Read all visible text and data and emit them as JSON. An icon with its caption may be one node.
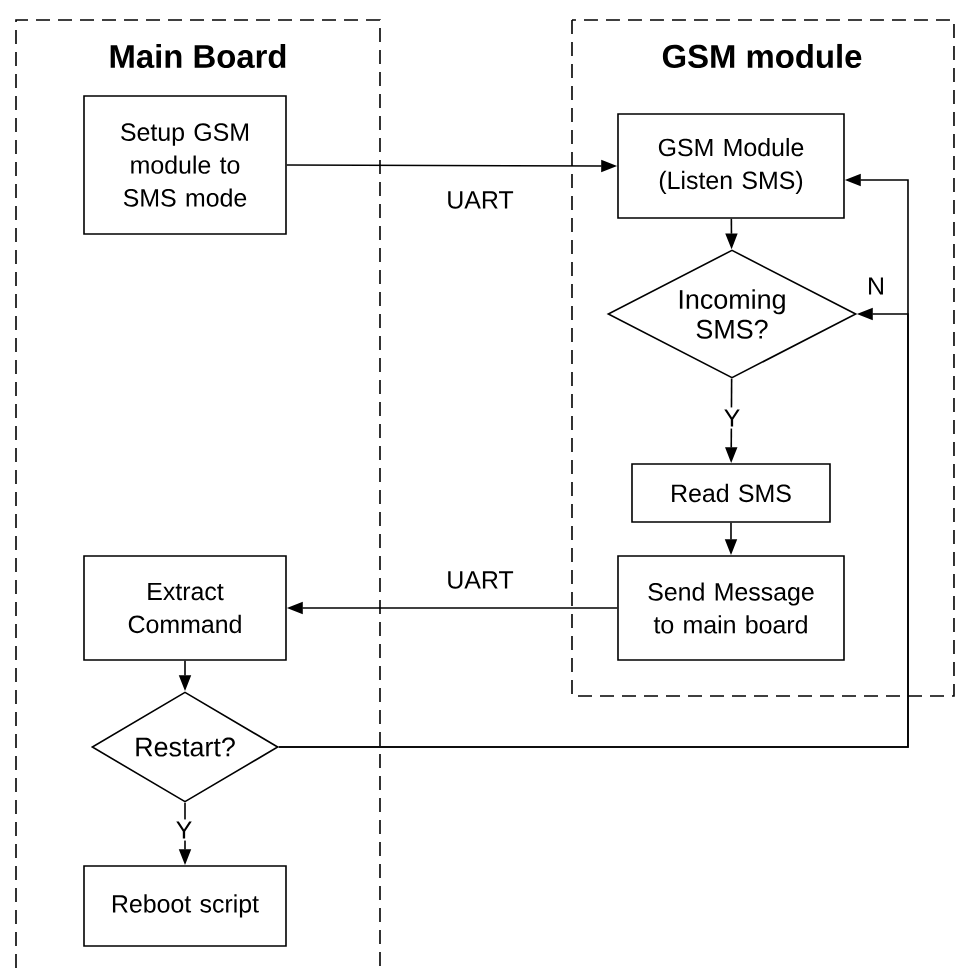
{
  "diagram": {
    "nodes": [
      {
        "text": [
          "Main Board"
        ]
      },
      {
        "text": [
          "Setup GSM module to SMS mode"
        ],
        "in": 0
      },
      {
        "text": [
          "GSM module"
        ]
      },
      {
        "text": [
          "GSM Module (Listen SMS)"
        ],
        "in": 2
      },
      {
        "text": [
          "Incoming SMS?"
        ],
        "in": 2
      },
      {
        "text": [
          "Read SMS"
        ],
        "in": 2
      },
      {
        "text": [
          "Send Message to main board"
        ],
        "in": 2
      },
      {
        "text": [
          "Extract Command"
        ],
        "in": 0
      },
      {
        "text": [
          "Restart?"
        ],
        "in": 0
      },
      {
        "text": [
          "Reboot script"
        ],
        "in": 0
      }
    ],
    "edges": [
      {
        "from": 1,
        "to": 3,
        "arrow": "to",
        "label": "UART"
      },
      {
        "from": 3,
        "to": 4,
        "arrow": "to"
      },
      {
        "from": 4,
        "to": 5,
        "arrow": "to",
        "label": "Y"
      },
      {
        "from": 6,
        "to": 7,
        "arrow": "to",
        "label": "UART"
      },
      {
        "from": 5,
        "to": 6,
        "arrow": "to"
      },
      {
        "from": 7,
        "to": 8,
        "arrow": "to"
      },
      {
        "from": 8,
        "to": 9,
        "arrow": "to",
        "label": "Y"
      },
      {
        "from": 8,
        "to": 3,
        "arrow": "to"
      },
      {
        "from": 8,
        "to": 4,
        "arrow": "to",
        "label": "N"
      }
    ]
  }
}
